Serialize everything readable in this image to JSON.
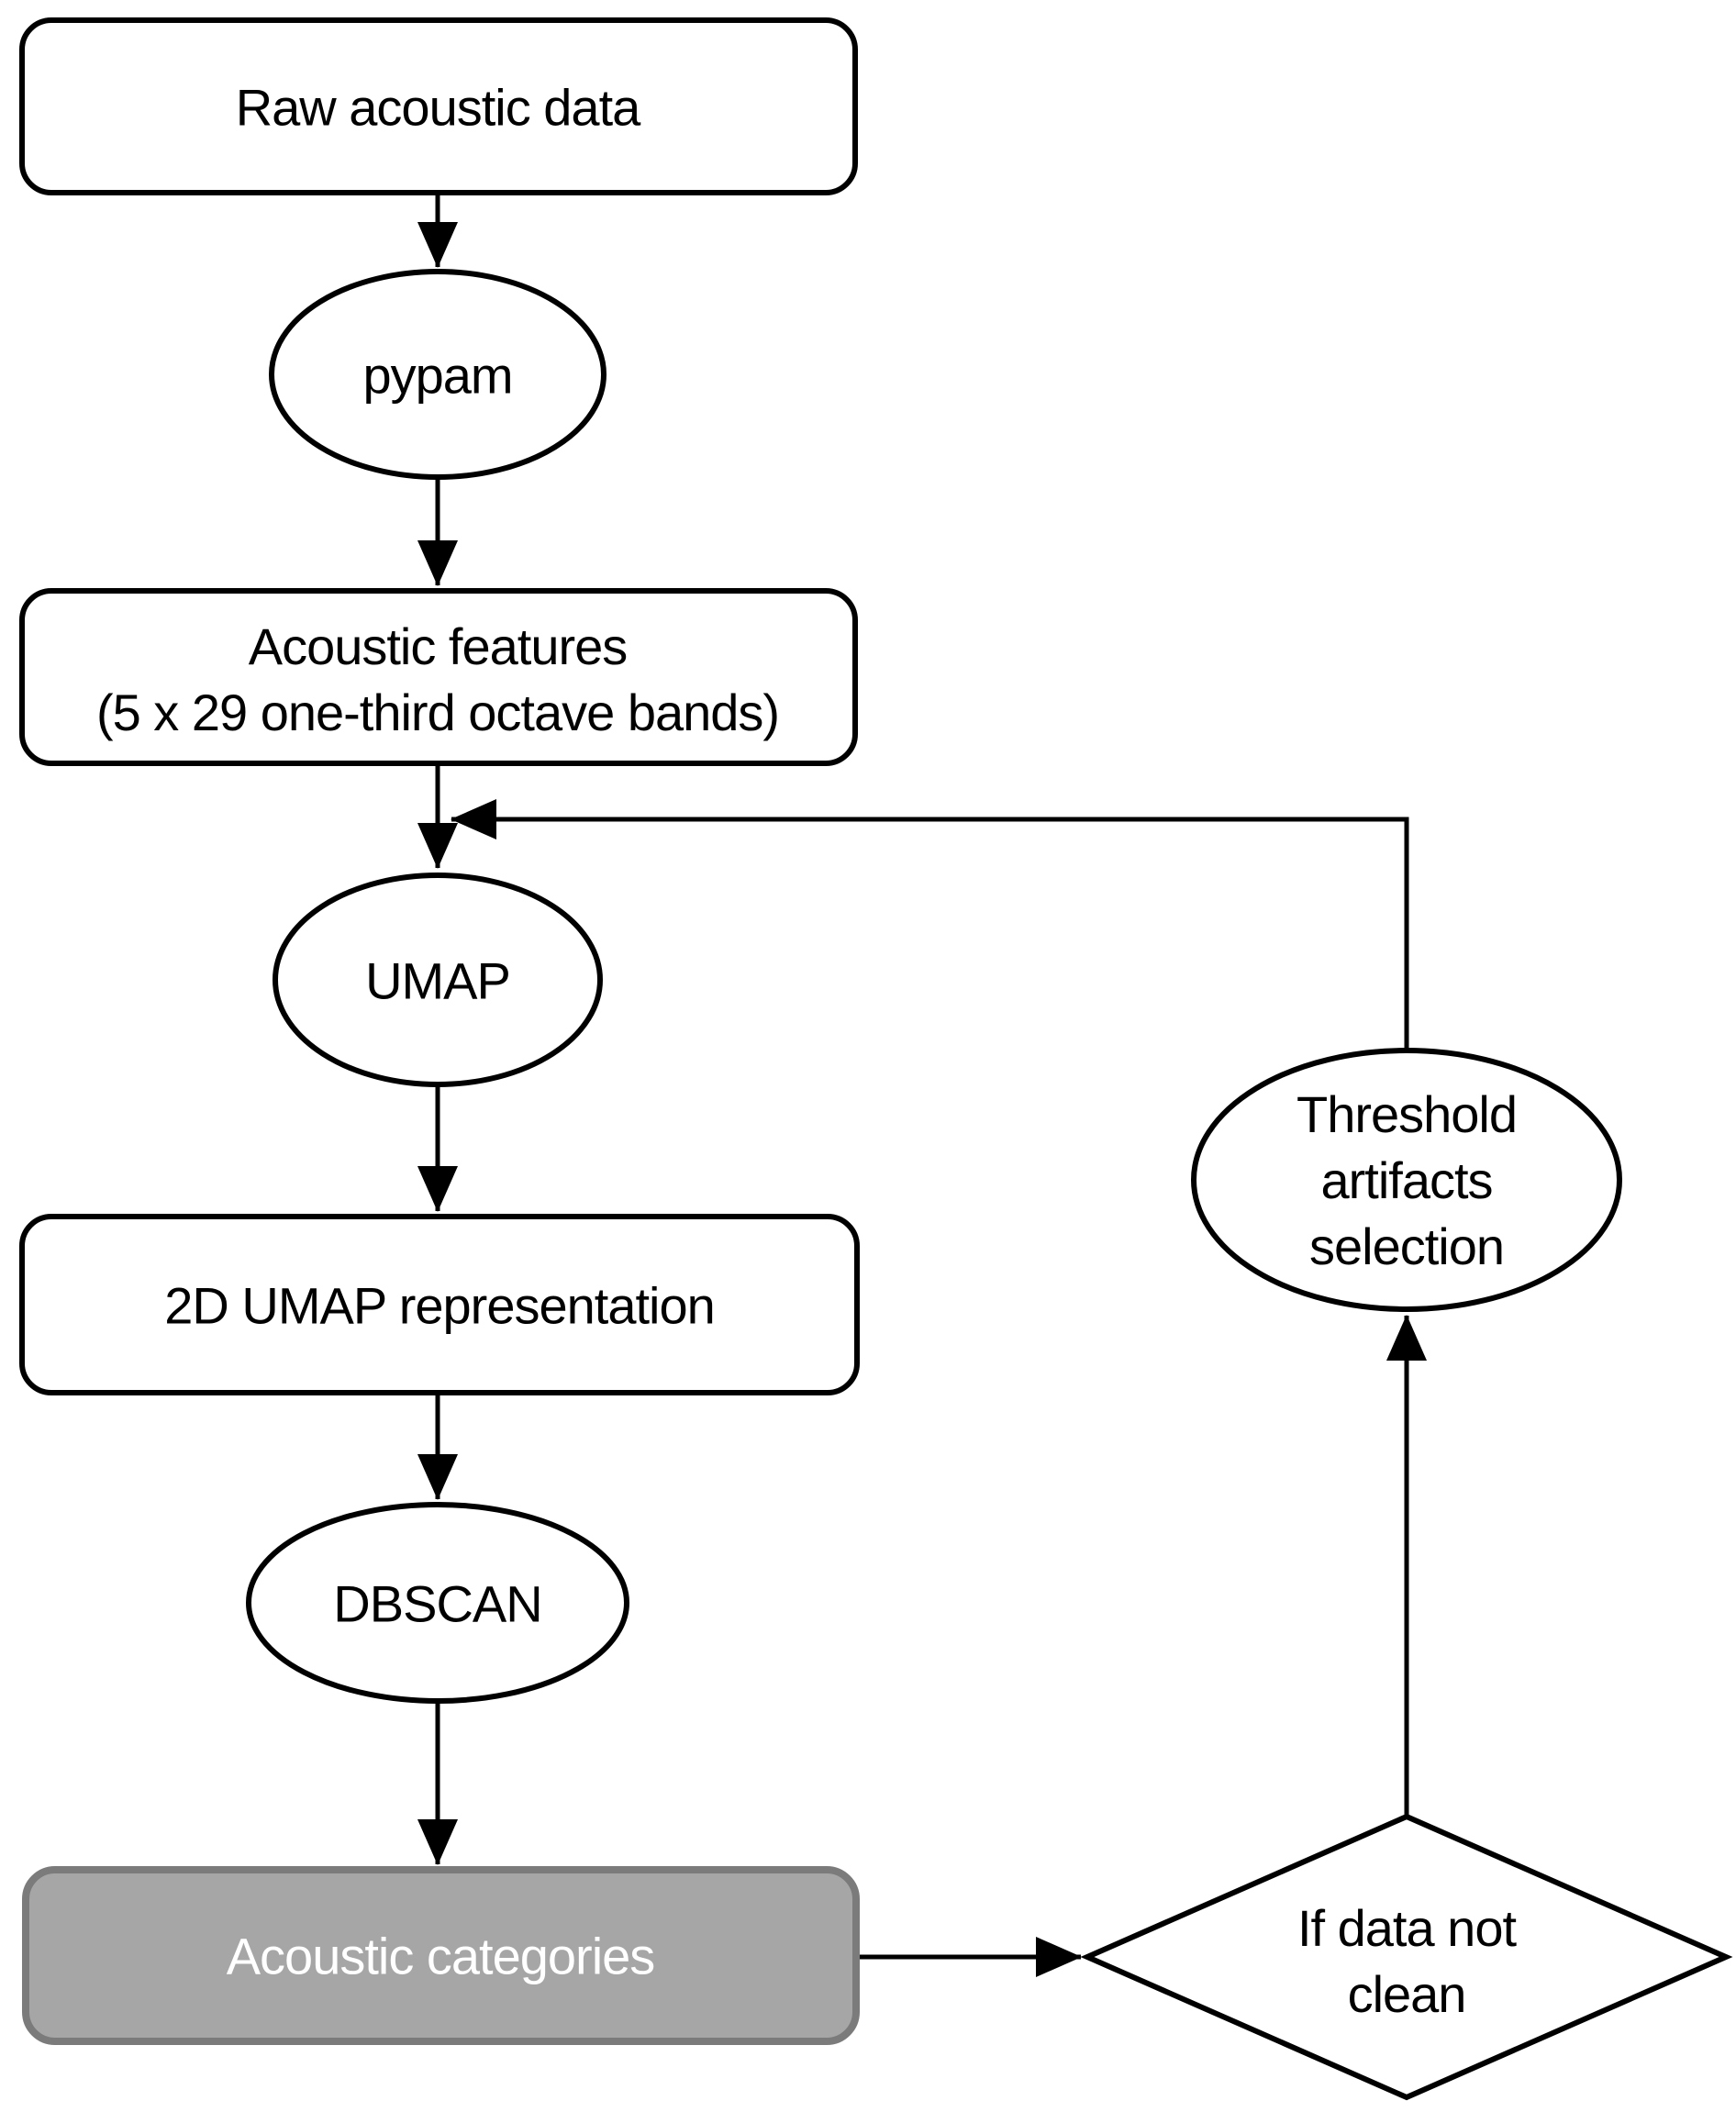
{
  "diagram": {
    "type": "flowchart",
    "nodes": {
      "raw_acoustic_data": {
        "shape": "rounded-rectangle",
        "label": "Raw acoustic data"
      },
      "pypam": {
        "shape": "ellipse",
        "label": "pypam"
      },
      "acoustic_features": {
        "shape": "rounded-rectangle",
        "lines": [
          "Acoustic features",
          "(5 x 29 one-third octave bands)"
        ]
      },
      "umap": {
        "shape": "ellipse",
        "label": "UMAP"
      },
      "umap_2d_representation": {
        "shape": "rounded-rectangle",
        "label": "2D UMAP representation"
      },
      "dbscan": {
        "shape": "ellipse",
        "label": "DBSCAN"
      },
      "acoustic_categories": {
        "shape": "rounded-rectangle",
        "highlighted": true,
        "label": "Acoustic categories"
      },
      "threshold_artifacts_selection": {
        "shape": "ellipse",
        "lines": [
          "Threshold",
          "artifacts",
          "selection"
        ]
      },
      "if_data_not_clean": {
        "shape": "diamond",
        "lines": [
          "If data not",
          "clean"
        ]
      }
    },
    "edges": [
      {
        "from": "raw_acoustic_data",
        "to": "pypam"
      },
      {
        "from": "pypam",
        "to": "acoustic_features"
      },
      {
        "from": "acoustic_features",
        "to": "umap"
      },
      {
        "from": "umap",
        "to": "umap_2d_representation"
      },
      {
        "from": "umap_2d_representation",
        "to": "dbscan"
      },
      {
        "from": "dbscan",
        "to": "acoustic_categories"
      },
      {
        "from": "acoustic_categories",
        "to": "if_data_not_clean"
      },
      {
        "from": "if_data_not_clean",
        "to": "threshold_artifacts_selection"
      },
      {
        "from": "threshold_artifacts_selection",
        "to": "umap",
        "note": "feedback loop rejoining arrow into UMAP"
      }
    ],
    "colors": {
      "stroke": "#000000",
      "node_fill": "#ffffff",
      "text": "#000000",
      "category_fill": "#a6a6a6",
      "category_border": "#7b7b7b",
      "category_text": "#ffffff",
      "background": "#ffffff"
    }
  }
}
